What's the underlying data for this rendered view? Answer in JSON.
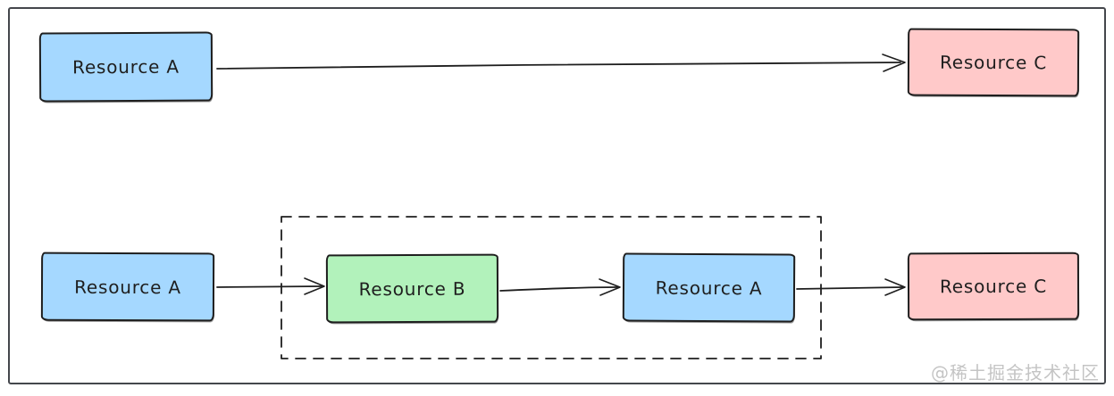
{
  "diagram": {
    "type": "flow-diagram",
    "style": "hand-drawn-sketch",
    "nodes": {
      "top_source": {
        "label": "Resource A",
        "fill": "#a5d8ff"
      },
      "top_target": {
        "label": "Resource C",
        "fill": "#ffc9c9"
      },
      "bottom_source": {
        "label": "Resource A",
        "fill": "#a5d8ff"
      },
      "group_step_1": {
        "label": "Resource B",
        "fill": "#b2f2bb"
      },
      "group_step_2": {
        "label": "Resource A",
        "fill": "#a5d8ff"
      },
      "bottom_target": {
        "label": "Resource C",
        "fill": "#ffc9c9"
      }
    },
    "edges": [
      {
        "from": "top_source",
        "to": "top_target"
      },
      {
        "from": "bottom_source",
        "to": "group_step_1"
      },
      {
        "from": "group_step_1",
        "to": "group_step_2"
      },
      {
        "from": "group_step_2",
        "to": "bottom_target"
      }
    ],
    "group": {
      "border_style": "dashed",
      "contains": [
        "group_step_1",
        "group_step_2"
      ]
    },
    "colors": {
      "stroke": "#1e1e1e",
      "frame_stroke": "#44474c",
      "blue_fill": "#a5d8ff",
      "green_fill": "#b2f2bb",
      "pink_fill": "#ffc9c9",
      "watermark_text": "#c4c4c4",
      "background": "#ffffff"
    }
  },
  "watermark": "@稀土掘金技术社区"
}
